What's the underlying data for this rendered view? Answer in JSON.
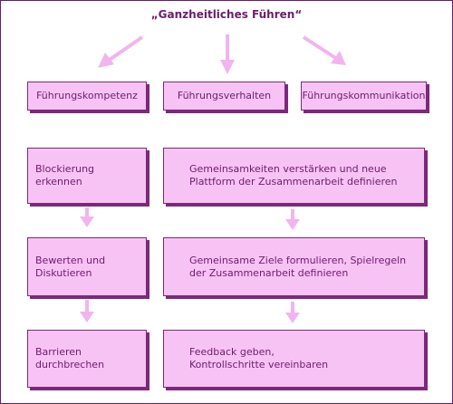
{
  "title": "„Ganzheitliches Führen“",
  "columns": [
    {
      "label": "Führungskompetenz"
    },
    {
      "label": "Führungsverhalten"
    },
    {
      "label": "Führungskommunikation"
    }
  ],
  "left_steps": [
    {
      "label": "Blockierung erkennen"
    },
    {
      "label": "Bewerten und\nDiskutieren"
    },
    {
      "label": "Barrieren\ndurchbrechen"
    }
  ],
  "right_steps": [
    {
      "label": "Gemeinsamkeiten verstärken und neue\nPlattform der Zusammenarbeit definieren"
    },
    {
      "label": "Gemeinsame Ziele formulieren, Spielregeln\nder Zusammenarbeit definieren"
    },
    {
      "label": "Feedback geben,\nKontrollschritte vereinbaren"
    }
  ],
  "colors": {
    "box_fill": "#f7c3f5",
    "box_border": "#7a2a78",
    "text": "#6e1b6c",
    "arrow": "#f2b4ef"
  }
}
